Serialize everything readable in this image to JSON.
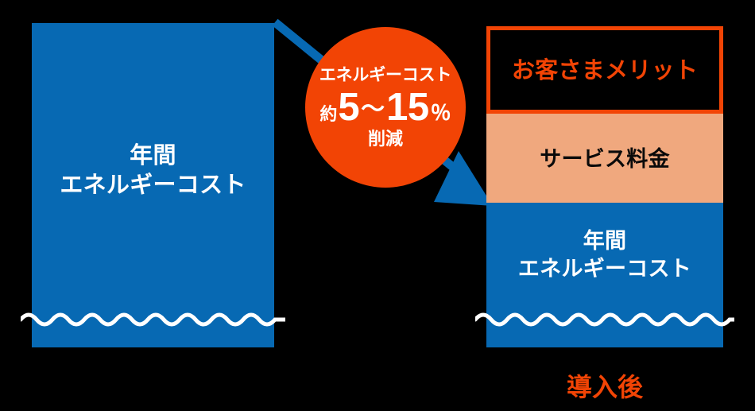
{
  "colors": {
    "background": "#000000",
    "energy_blue": "#0769b3",
    "service_peach": "#f0a87e",
    "accent_orange": "#f24405",
    "text_white": "#ffffff",
    "text_black": "#0a0a0a"
  },
  "before_bar": {
    "label": "年間\nエネルギーコスト",
    "caption": ""
  },
  "after_bar": {
    "merit_label": "お客さまメリット",
    "service_label": "サービス料金",
    "energy_label": "年間\nエネルギーコスト",
    "caption": "導入後"
  },
  "badge": {
    "title": "エネルギーコスト",
    "approx": "約",
    "value_low": "5",
    "tilde": "～",
    "value_high": "15",
    "percent": "％",
    "suffix": "削減"
  },
  "icons": {
    "arrow": "down-right-arrow-icon",
    "wave_before": "wavy-break-line-icon",
    "wave_after": "wavy-break-line-icon"
  }
}
